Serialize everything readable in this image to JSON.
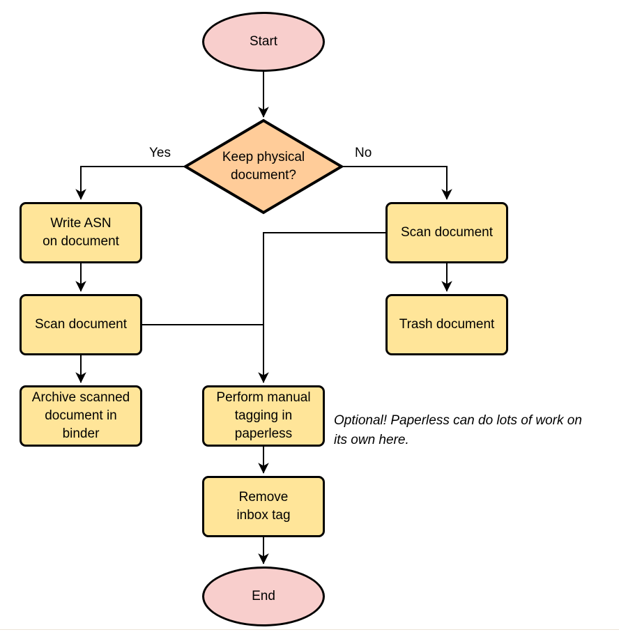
{
  "colors": {
    "background": "#ffffff",
    "terminal_fill": "#f8cecc",
    "decision_fill": "#ffcc99",
    "process_fill": "#ffe599",
    "stroke": "#000000"
  },
  "nodes": {
    "start": {
      "label": "Start",
      "type": "terminal"
    },
    "decision": {
      "label": "Keep physical\ndocument?",
      "type": "decision"
    },
    "write_asn": {
      "label": "Write ASN\non document",
      "type": "process"
    },
    "scan_left": {
      "label": "Scan document",
      "type": "process"
    },
    "archive": {
      "label": "Archive scanned\ndocument in\nbinder",
      "type": "process"
    },
    "scan_right": {
      "label": "Scan document",
      "type": "process"
    },
    "trash": {
      "label": "Trash document",
      "type": "process"
    },
    "tagging": {
      "label": "Perform manual\ntagging in\npaperless",
      "type": "process"
    },
    "remove_inbox": {
      "label": "Remove\ninbox tag",
      "type": "process"
    },
    "end": {
      "label": "End",
      "type": "terminal"
    }
  },
  "edge_labels": {
    "yes": "Yes",
    "no": "No"
  },
  "annotation": "Optional! Paperless can do lots of work on\nits own here."
}
